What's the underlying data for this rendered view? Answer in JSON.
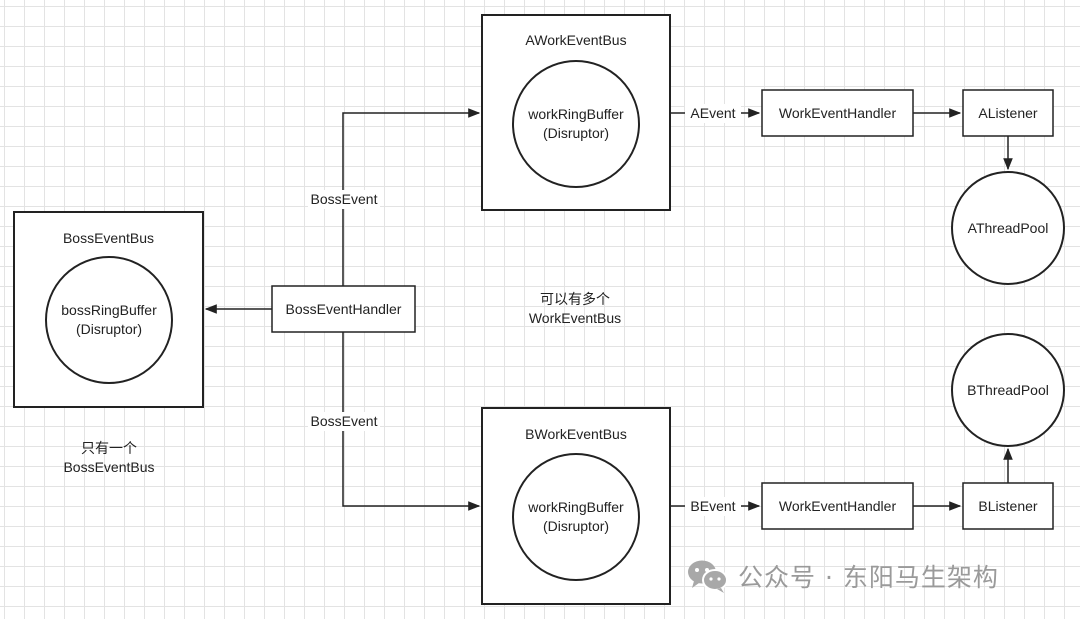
{
  "nodes": {
    "boss_bus": {
      "title": "BossEventBus",
      "ring_line1": "bossRingBuffer",
      "ring_line2": "(Disruptor)"
    },
    "a_bus": {
      "title": "AWorkEventBus",
      "ring_line1": "workRingBuffer",
      "ring_line2": "(Disruptor)"
    },
    "b_bus": {
      "title": "BWorkEventBus",
      "ring_line1": "workRingBuffer",
      "ring_line2": "(Disruptor)"
    },
    "boss_handler": "BossEventHandler",
    "a_handler": "WorkEventHandler",
    "b_handler": "WorkEventHandler",
    "a_listener": "AListener",
    "b_listener": "BListener",
    "a_pool": "AThreadPool",
    "b_pool": "BThreadPool"
  },
  "edges": {
    "boss_to_a": "BossEvent",
    "boss_to_b": "BossEvent",
    "a_event": "AEvent",
    "b_event": "BEvent"
  },
  "notes": {
    "multi_line1": "可以有多个",
    "multi_line2": "WorkEventBus",
    "single_line1": "只有一个",
    "single_line2": "BossEventBus"
  },
  "watermark": {
    "icon": "wechat-icon",
    "text": "公众号 · 东阳马生架构"
  }
}
